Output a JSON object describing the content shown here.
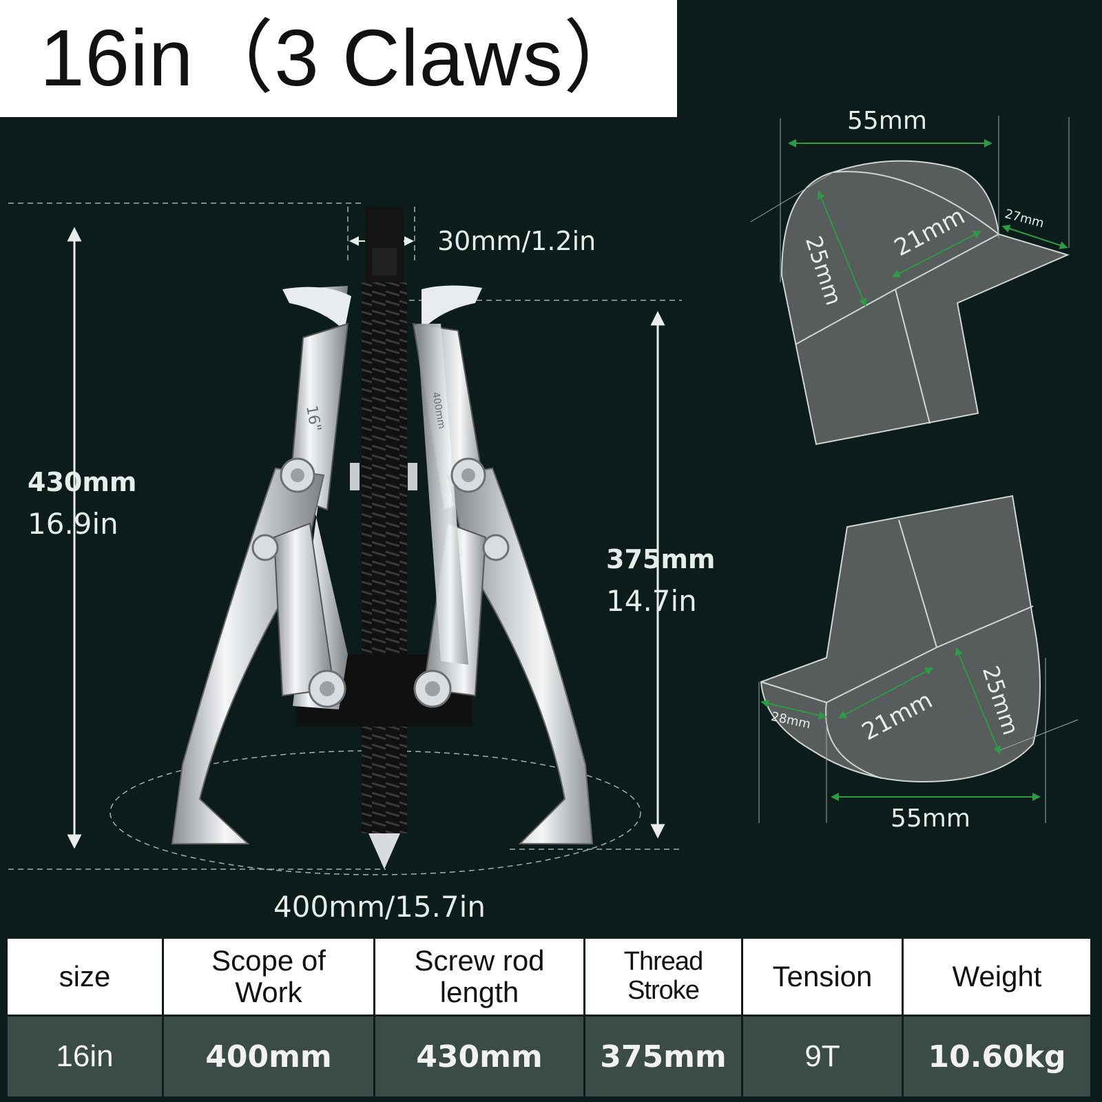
{
  "title": "16in（3 Claws）",
  "dimensions": {
    "screw_width": "30mm/1.2in",
    "total_height_mm": "430mm",
    "total_height_in": "16.9in",
    "stroke_mm": "375mm",
    "stroke_in": "14.7in",
    "span": "400mm/15.7in"
  },
  "jaw_top": {
    "width": "55mm",
    "depth": "25mm",
    "inner": "21mm",
    "lip": "27mm"
  },
  "jaw_bottom": {
    "width": "55mm",
    "depth": "25mm",
    "inner": "21mm",
    "lip": "28mm"
  },
  "tool_markings": {
    "size_mark": "16\"",
    "range_mark": "400mm"
  },
  "table": {
    "headers": [
      "size",
      "Scope of Work",
      "Screw rod length",
      "Thread Stroke",
      "Tension",
      "Weight"
    ],
    "row": [
      "16in",
      "400mm",
      "430mm",
      "375mm",
      "9T",
      "10.60kg"
    ]
  },
  "colors": {
    "background": "#0b1c1a",
    "dimension_arrow": "#2f9a45",
    "table_row": "#3a4b48"
  }
}
